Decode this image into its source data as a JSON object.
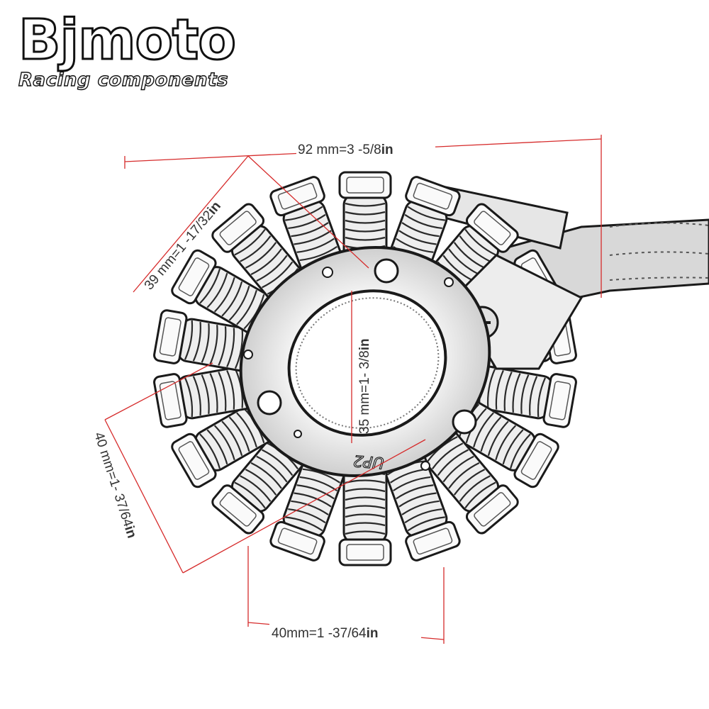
{
  "brand": {
    "name": "Bjmoto",
    "tagline": "Racing components"
  },
  "part_marking": "UP2",
  "dimensions": {
    "width_top": {
      "value": "92 mm=3 -5/8",
      "unit": "in"
    },
    "diagonal_left": {
      "value": "39 mm=1 -17/32",
      "unit": "in"
    },
    "bore": {
      "value": "35 mm=1- 3/8",
      "unit": "in"
    },
    "height_left": {
      "value": "40 mm=1- 37/64",
      "unit": "in"
    },
    "width_bottom": {
      "value": "40mm=1 -37/64",
      "unit": "in"
    }
  },
  "colors": {
    "dimension_line": "#d62b2b",
    "dimension_text": "#333333",
    "outline": "#1a1a1a"
  }
}
